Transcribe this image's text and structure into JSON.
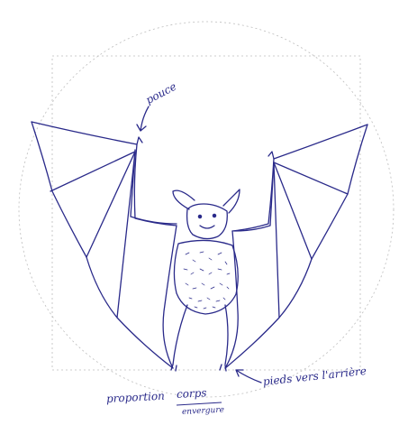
{
  "annotations": {
    "thumb": "pouce",
    "feet": "pieds vers l'arrière",
    "proportion": "proportion",
    "ratio_numerator": "corps",
    "ratio_denominator": "envergure"
  },
  "colors": {
    "ink": "#2a2a8a",
    "guide": "#bdbdbd",
    "paper": "#ffffff"
  }
}
